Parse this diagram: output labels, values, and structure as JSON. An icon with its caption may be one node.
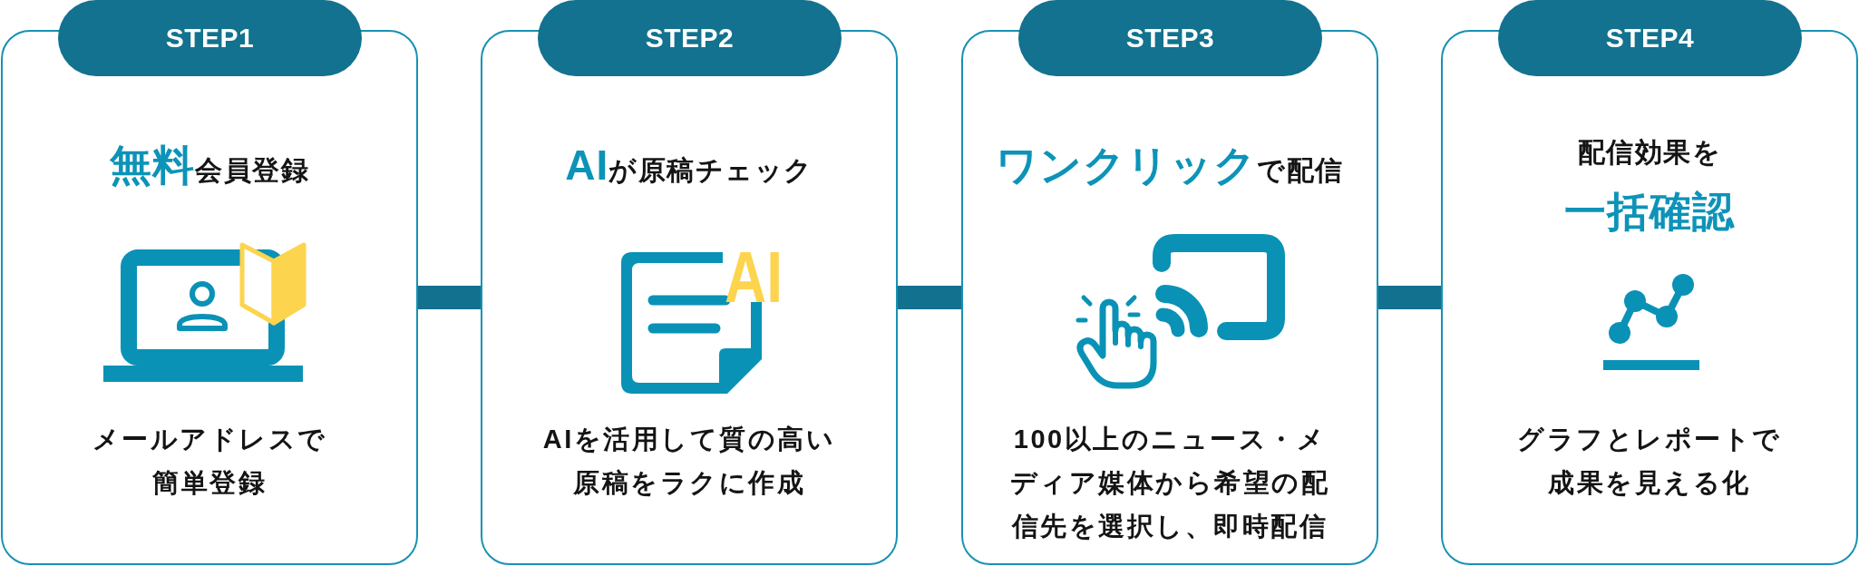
{
  "diagram": {
    "nodes": [
      {
        "text": [
          "STEP1"
        ]
      },
      {
        "text": [
          "**無料**会員登録",
          "メールアドレスで簡単登録"
        ]
      },
      {
        "text": [
          "STEP2"
        ]
      },
      {
        "text": [
          "**AI**が原稿チェック",
          "AIを活用して質の高い原稿をラクに作成"
        ]
      },
      {
        "text": [
          "STEP3"
        ]
      },
      {
        "text": [
          "**ワンクリック**で配信",
          "100以上のニュース・メディア媒体から希望の配信先を選択し、即時配信"
        ]
      },
      {
        "text": [
          "STEP4"
        ]
      },
      {
        "text": [
          "配信効果を**一括確認**",
          "グラフとレポートで成果を見える化"
        ]
      }
    ],
    "edges": [
      {
        "from": 1,
        "to": 3,
        "arrow": "none"
      },
      {
        "from": 3,
        "to": 5,
        "arrow": "none"
      },
      {
        "from": 5,
        "to": 7,
        "arrow": "none"
      }
    ],
    "labels": [
      "AI"
    ]
  }
}
